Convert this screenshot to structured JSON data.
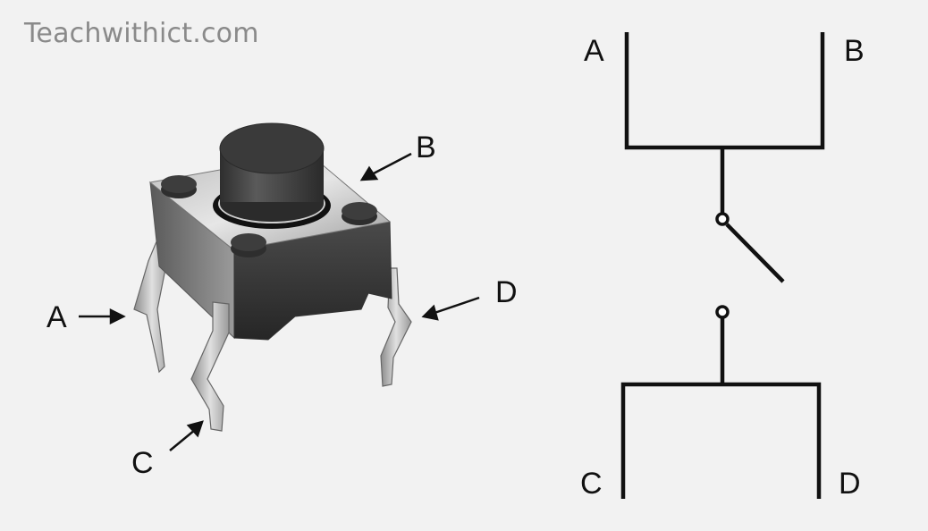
{
  "watermark": "Teachwithict.com",
  "photo_labels": {
    "a": "A",
    "b": "B",
    "c": "C",
    "d": "D"
  },
  "schematic_labels": {
    "a": "A",
    "b": "B",
    "c": "C",
    "d": "D"
  },
  "colors": {
    "background": "#f2f2f2",
    "ink": "#111111",
    "body_dark": "#3a3a3a",
    "metal": "#b8b8b8"
  }
}
